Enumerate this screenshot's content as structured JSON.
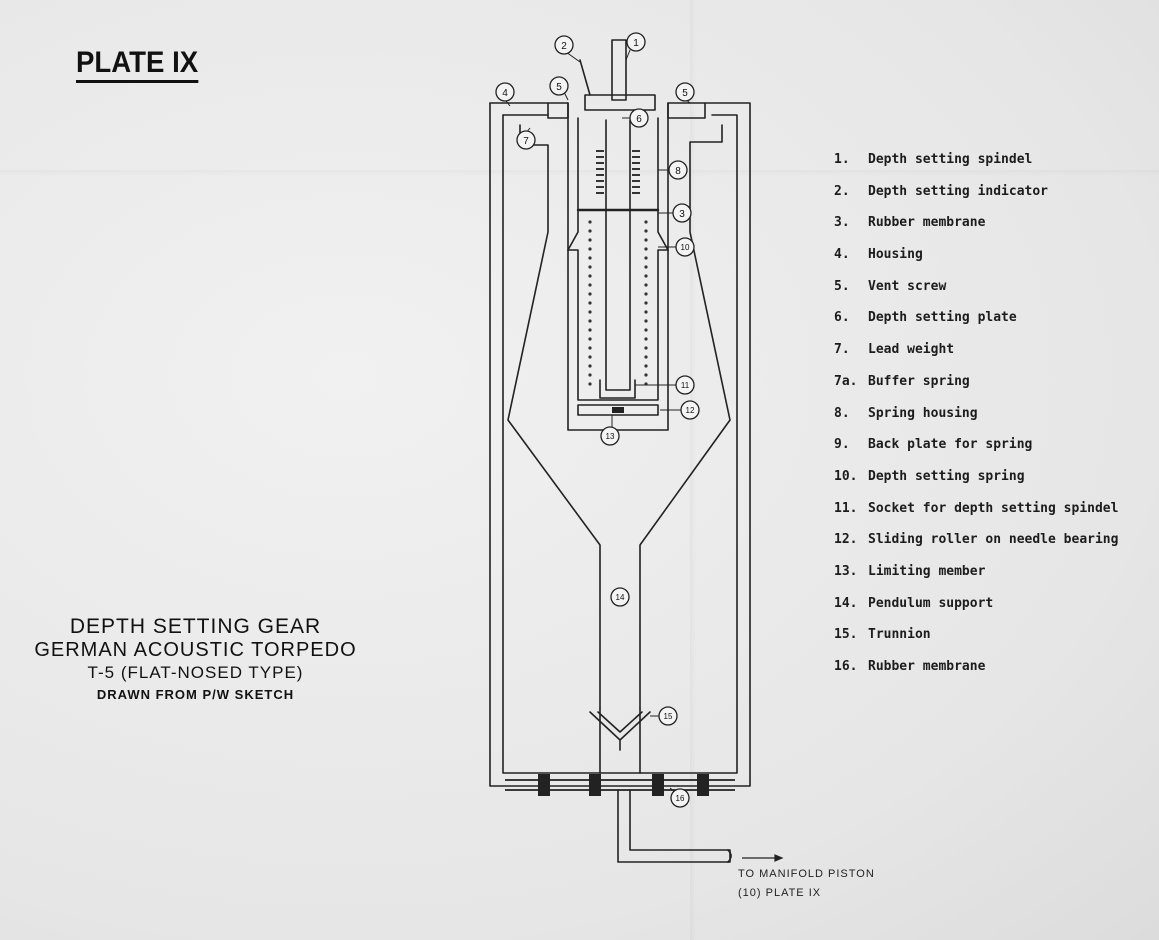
{
  "plate_title": "PLATE IX",
  "caption": {
    "line1": "DEPTH SETTING GEAR",
    "line2": "GERMAN ACOUSTIC TORPEDO",
    "line3": "T-5 (FLAT-NOSED TYPE)",
    "line4": "DRAWN FROM P/W SKETCH"
  },
  "legend": [
    {
      "num": "1.",
      "label": "Depth setting spindel"
    },
    {
      "num": "2.",
      "label": "Depth setting indicator"
    },
    {
      "num": "3.",
      "label": "Rubber membrane"
    },
    {
      "num": "4.",
      "label": "Housing"
    },
    {
      "num": "5.",
      "label": "Vent screw"
    },
    {
      "num": "6.",
      "label": "Depth setting plate"
    },
    {
      "num": "7.",
      "label": "Lead weight"
    },
    {
      "num": "7a.",
      "label": "Buffer spring"
    },
    {
      "num": "8.",
      "label": "Spring housing"
    },
    {
      "num": "9.",
      "label": "Back plate for spring"
    },
    {
      "num": "10.",
      "label": "Depth setting spring"
    },
    {
      "num": "11.",
      "label": "Socket for depth setting spindel"
    },
    {
      "num": "12.",
      "label": "Sliding roller on needle bearing"
    },
    {
      "num": "13.",
      "label": "Limiting member"
    },
    {
      "num": "14.",
      "label": "Pendulum support"
    },
    {
      "num": "15.",
      "label": "Trunnion"
    },
    {
      "num": "16.",
      "label": "Rubber membrane"
    }
  ],
  "callouts": {
    "c1": "1",
    "c2": "2",
    "c3": "3",
    "c4": "4",
    "c5a": "5",
    "c5b": "5",
    "c6": "6",
    "c7": "7",
    "c8": "8",
    "c10": "10",
    "c11": "11",
    "c12": "12",
    "c13": "13",
    "c14": "14",
    "c15": "15",
    "c16": "16"
  },
  "note": {
    "line1": "TO MANIFOLD PISTON",
    "line2": "(10) PLATE IX"
  }
}
